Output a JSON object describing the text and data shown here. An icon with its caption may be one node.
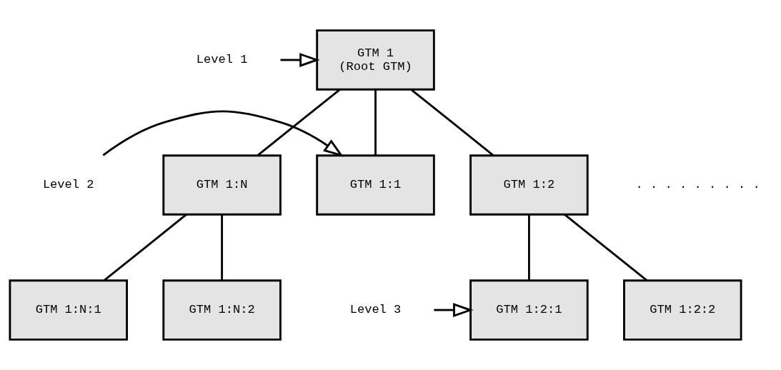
{
  "diagram": {
    "nodes": [
      {
        "text": [
          "Level 1"
        ]
      },
      {
        "text": [
          "GTM 1",
          "(Root GTM)"
        ]
      },
      {
        "text": [
          "Level 2"
        ]
      },
      {
        "text": [
          "GTM 1:1"
        ]
      },
      {
        "text": [
          "GTM 1:2"
        ]
      },
      {
        "text": [
          "GTM 1:N"
        ]
      },
      {
        "text": [
          "Level 3"
        ]
      },
      {
        "text": [
          "GTM 1:2:1"
        ]
      },
      {
        "text": [
          "GTM 1:2:2"
        ]
      },
      {
        "text": [
          "GTM 1:N:1"
        ]
      },
      {
        "text": [
          "GTM 1:N:2"
        ]
      }
    ],
    "edges": [
      {
        "from": 0,
        "to": 1,
        "arrow": "to"
      },
      {
        "from": 1,
        "to": 3,
        "arrow": "none"
      },
      {
        "from": 1,
        "to": 4,
        "arrow": "none"
      },
      {
        "from": 1,
        "to": 5,
        "arrow": "none"
      },
      {
        "from": 2,
        "to": 3,
        "arrow": "to"
      },
      {
        "from": 4,
        "to": 7,
        "arrow": "none"
      },
      {
        "from": 4,
        "to": 8,
        "arrow": "none"
      },
      {
        "from": 5,
        "to": 9,
        "arrow": "none"
      },
      {
        "from": 5,
        "to": 10,
        "arrow": "none"
      },
      {
        "from": 6,
        "to": 7,
        "arrow": "to"
      }
    ],
    "labels": [
      ". . . . . . . . ."
    ]
  }
}
